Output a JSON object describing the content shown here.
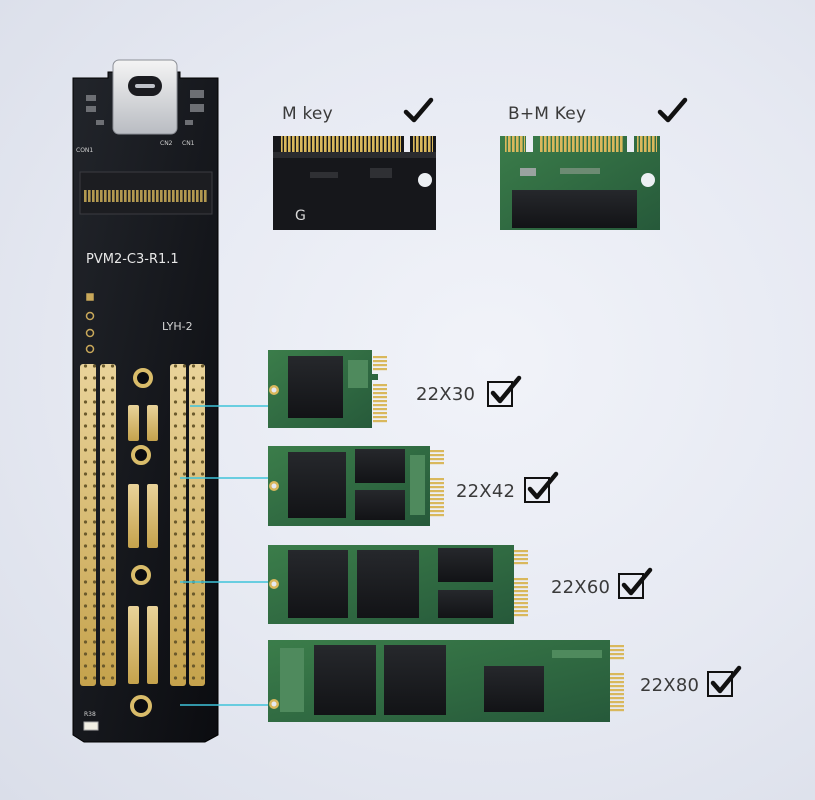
{
  "board": {
    "model_label": "PVM2-C3-R1.1",
    "code_label": "LYH-2",
    "connector_labels": [
      "CON1",
      "CN2",
      "CN1"
    ],
    "led_label": "R38",
    "color": "#0d0e12",
    "pad_color": "#e3c879"
  },
  "key_types": [
    {
      "label": "M key",
      "supported": true
    },
    {
      "label": "B+M Key",
      "supported": true
    }
  ],
  "sizes": [
    {
      "label": "22X30",
      "supported": true
    },
    {
      "label": "22X42",
      "supported": true
    },
    {
      "label": "22X60",
      "supported": true
    },
    {
      "label": "22X80",
      "supported": true
    }
  ],
  "colors": {
    "pcb_green": "#2f6b3e",
    "connector_gold": "#c8a649",
    "leader_line": "#3fc3da",
    "checkmark": "#111111"
  },
  "icons": [
    "usb-c-port-icon",
    "checkmark-icon",
    "checkbox-icon",
    "mounting-hole-icon"
  ]
}
